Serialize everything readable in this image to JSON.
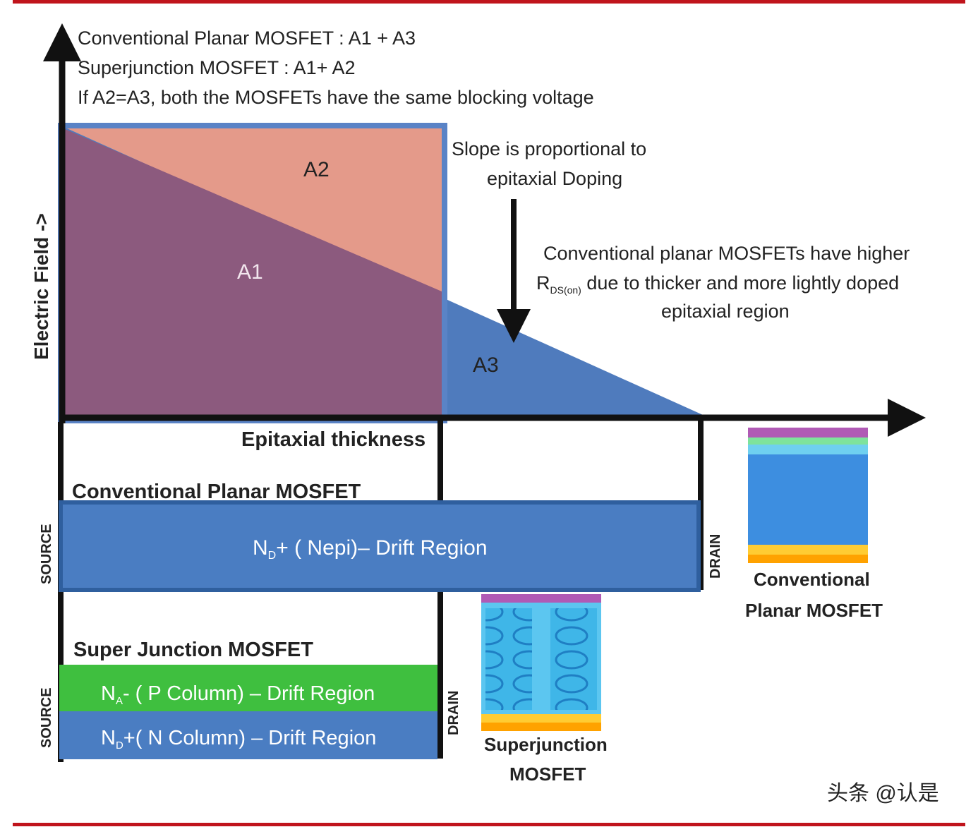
{
  "notes": {
    "line1": "Conventional Planar MOSFET : A1 + A3",
    "line2": "Superjunction MOSFET : A1+ A2",
    "line3": "If A2=A3, both the MOSFETs have the same blocking voltage"
  },
  "axes": {
    "y_label": "Electric Field ->",
    "x_label": "Epitaxial thickness"
  },
  "areas": {
    "a1": "A1",
    "a2": "A2",
    "a3": "A3"
  },
  "callouts": {
    "slope_line1": "Slope is proportional to",
    "slope_line2": "epitaxial Doping",
    "rds_line1": "Conventional planar MOSFETs have higher",
    "rds_R": "R",
    "rds_sub": "DS(on)",
    "rds_line2_rest": " due to thicker and more lightly doped",
    "rds_line3": "epitaxial region"
  },
  "conventional": {
    "title": "Conventional Planar MOSFET",
    "source": "SOURCE",
    "drain": "DRAIN",
    "bar_N": "N",
    "bar_sub": "D",
    "bar_rest": "+ ( Nepi)– Drift Region",
    "thumb_line1": "Conventional",
    "thumb_line2": "Planar MOSFET"
  },
  "superjunction": {
    "title": "Super Junction MOSFET",
    "source": "SOURCE",
    "drain": "DRAIN",
    "p_N": "N",
    "p_sub": "A",
    "p_rest": "- ( P Column) – Drift Region",
    "n_N": "N",
    "n_sub": "D",
    "n_rest": "+( N Column) – Drift Region",
    "thumb_line1": "Superjunction",
    "thumb_line2": "MOSFET"
  },
  "watermark": "头条 @认是",
  "colors": {
    "frame_red": "#c0141c",
    "a2_fill": "#e49a8a",
    "a1_fill": "#8c5a7e",
    "a3_fill": "#4f7bbd",
    "bar_blue": "#4a7dc2",
    "bar_green": "#3fbf3f"
  }
}
